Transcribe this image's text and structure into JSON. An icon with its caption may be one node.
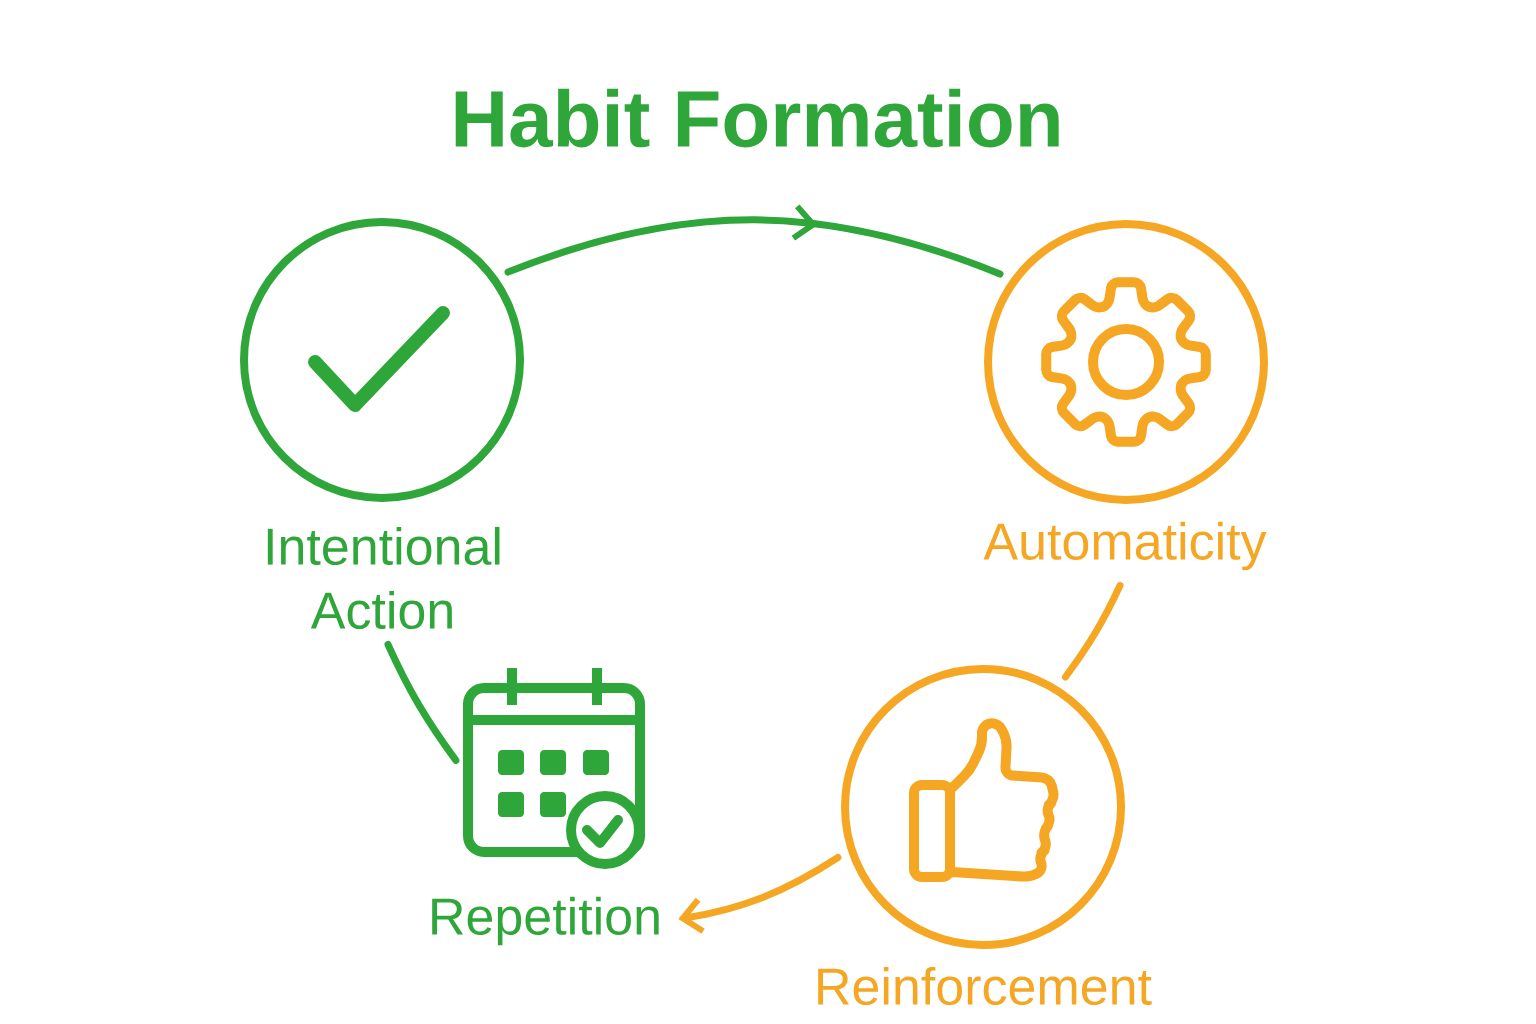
{
  "diagram": {
    "title": "Habit Formation",
    "nodes": [
      {
        "text": [
          "Intentional Action"
        ]
      },
      {
        "text": [
          "Automaticity"
        ]
      },
      {
        "text": [
          "Reinforcement"
        ]
      },
      {
        "text": [
          "Repetition"
        ]
      }
    ],
    "edges": [
      {
        "from": 0,
        "to": 1,
        "arrow": "to",
        "color": "#2ea63a"
      },
      {
        "from": 1,
        "to": 2,
        "arrow": "none",
        "color": "#f5a623"
      },
      {
        "from": 2,
        "to": 3,
        "arrow": "to",
        "color": "#f5a623"
      },
      {
        "from": 3,
        "to": 0,
        "arrow": "none",
        "color": "#2ea63a"
      }
    ]
  }
}
